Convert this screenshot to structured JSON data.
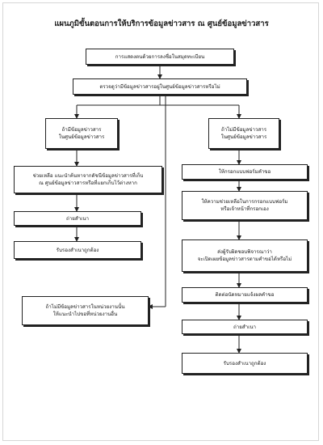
{
  "title": "แผนภูมิขั้นตอนการให้บริการข้อมูลข่าวสาร ณ ศูนย์ข้อมูลข่าวสาร",
  "boxes": {
    "identity": "การแสดงตนด้วยการลงชื่อในสมุดทะเบียน",
    "check": "ตรวจดูว่ามีข้อมูลข่าวสารอยู่ในศูนย์ข้อมูลข่าวสารหรือไม่",
    "has_info_1": "ถ้ามีข้อมูลข่าวสาร",
    "has_info_2": "ในศูนย์ข้อมูลข่าวสาร",
    "no_info_1": "ถ้าไม่มีข้อมูลข่าวสาร",
    "no_info_2": "ในศูนย์ข้อมูลข่าวสาร",
    "help_search_1": "ช่วยเหลือ แนะนำค้นหาจากดัชนีข้อมูลข่าวสารที่เก็บ",
    "help_search_2": "ณ ศูนย์ข้อมูลข่าวสารหรือที่แยกเก็บไว้ต่างหาก",
    "copy_left": "ถ่ายสำเนา",
    "certify_left": "รับรองสำเนาถูกต้อง",
    "not_in_agency_1": "ถ้าไม่มีข้อมูลข่าวสารในหน่วยงานนั้น",
    "not_in_agency_2": "ให้แนะนำไปขอที่หน่วยงานอื่น",
    "fill_form": "ให้กรอกแบบฟอร์มคำขอ",
    "help_fill_1": "ให้ความช่วยเหลือในการกรอกแบบฟอร์ม",
    "help_fill_2": "หรือเจ้าหน้าที่กรอกเอง",
    "forward_1": "ส่งผู้รับผิดชอบพิจารณาว่า",
    "forward_2": "จะเปิดเผยข้อมูลข่าวสารตามคำขอได้หรือไม่",
    "contact": "ติดต่อนัดหมายแจ้งผลคำขอ",
    "copy_right": "ถ่ายสำเนา",
    "certify_right": "รับรองสำเนาถูกต้อง"
  }
}
